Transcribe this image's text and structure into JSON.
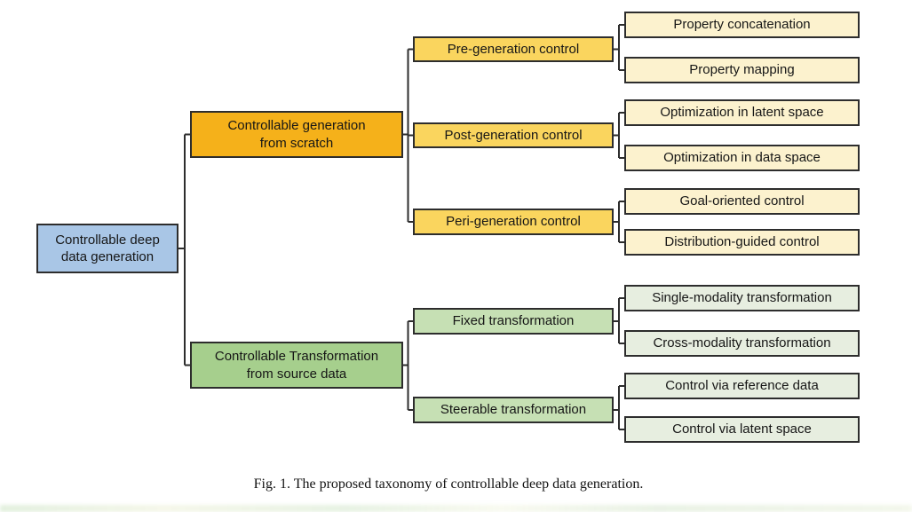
{
  "figure": {
    "caption": "Fig. 1.  The proposed taxonomy of controllable deep data generation."
  },
  "colors": {
    "root_blue": "#A9C6E6",
    "branch_orange": "#F5B11A",
    "branch_green": "#A6CF8D",
    "control_yellow": "#FAD55E",
    "leaf_cream": "#FCF2CE",
    "transform_light_green": "#C6E0B4",
    "leaf_pale_green": "#E7EEE0",
    "line_dark": "#2d2d2d"
  },
  "tree": {
    "root": {
      "lines": [
        "Controllable deep",
        "data generation"
      ]
    },
    "branches": [
      {
        "lines": [
          "Controllable generation",
          "from scratch"
        ],
        "children": [
          {
            "label": "Pre-generation control",
            "leaves": [
              "Property concatenation",
              "Property mapping"
            ]
          },
          {
            "label": "Post-generation control",
            "leaves": [
              "Optimization in latent space",
              "Optimization in data space"
            ]
          },
          {
            "label": "Peri-generation control",
            "leaves": [
              "Goal-oriented control",
              "Distribution-guided control"
            ]
          }
        ]
      },
      {
        "lines": [
          "Controllable Transformation",
          "from source data"
        ],
        "children": [
          {
            "label": "Fixed transformation",
            "leaves": [
              "Single-modality transformation",
              "Cross-modality transformation"
            ]
          },
          {
            "label": "Steerable transformation",
            "leaves": [
              "Control via reference data",
              "Control via latent space"
            ]
          }
        ]
      }
    ]
  }
}
